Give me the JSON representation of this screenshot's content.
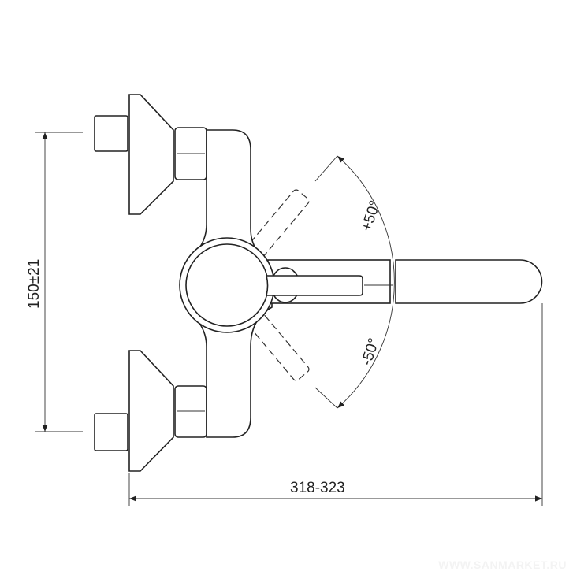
{
  "drawing": {
    "dimension_height": "150±21",
    "dimension_width": "318-323",
    "angle_up": "+50°",
    "angle_down": "-50°"
  },
  "watermark": "WWW.SANMARKET.RU"
}
